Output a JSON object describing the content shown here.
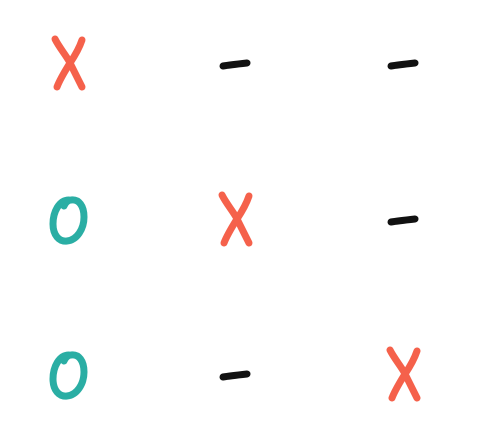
{
  "colors": {
    "x_mark": "#f5614b",
    "o_mark": "#2aaea4",
    "empty_mark": "#111111",
    "background": "#ffffff"
  },
  "board": {
    "rows": [
      [
        "X",
        "-",
        "-"
      ],
      [
        "O",
        "X",
        "-"
      ],
      [
        "O",
        "-",
        "X"
      ]
    ]
  },
  "icons": {
    "X": "x-mark-icon",
    "O": "o-mark-icon",
    "-": "empty-cell-icon"
  }
}
